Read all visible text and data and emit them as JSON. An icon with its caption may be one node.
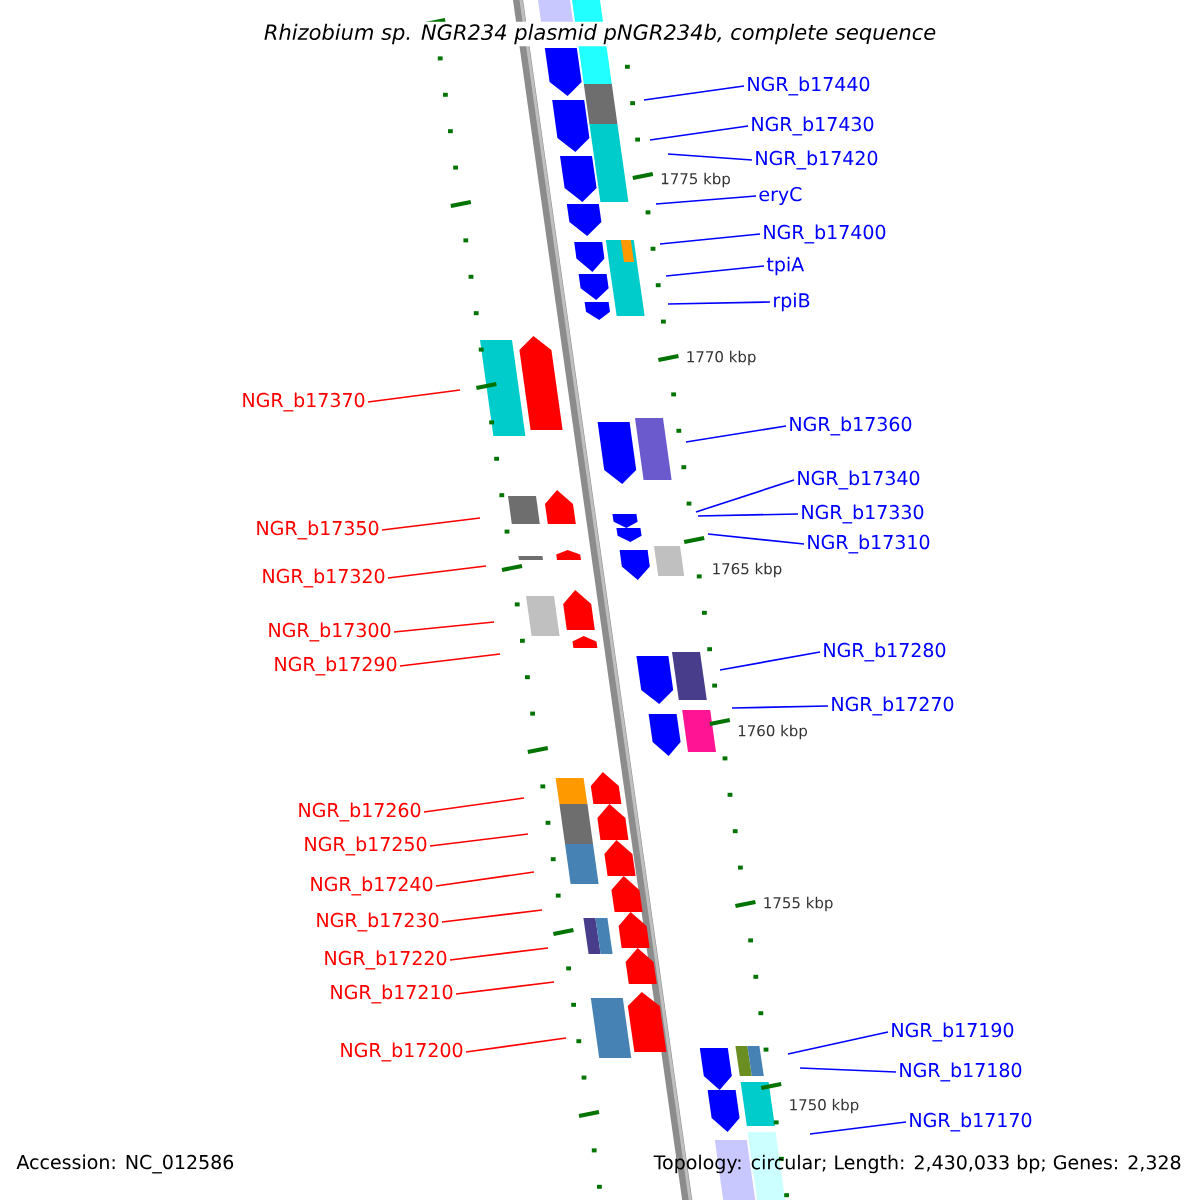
{
  "diagram": {
    "title": "Rhizobium sp. NGR234 plasmid pNGR234b, complete sequence",
    "nodes": [
      {
        "text": [
          "NGR_b17440"
        ]
      },
      {
        "text": [
          "NGR_b17430"
        ]
      },
      {
        "text": [
          "NGR_b17420"
        ]
      },
      {
        "text": [
          "eryC"
        ]
      },
      {
        "text": [
          "NGR_b17400"
        ]
      },
      {
        "text": [
          "tpiA"
        ]
      },
      {
        "text": [
          "rpiB"
        ]
      },
      {
        "text": [
          "NGR_b17370"
        ]
      },
      {
        "text": [
          "NGR_b17360"
        ]
      },
      {
        "text": [
          "NGR_b17340"
        ]
      },
      {
        "text": [
          "NGR_b17330"
        ]
      },
      {
        "text": [
          "NGR_b17350"
        ]
      },
      {
        "text": [
          "NGR_b17310"
        ]
      },
      {
        "text": [
          "NGR_b17320"
        ]
      },
      {
        "text": [
          "NGR_b17300"
        ]
      },
      {
        "text": [
          "NGR_b17280"
        ]
      },
      {
        "text": [
          "NGR_b17290"
        ]
      },
      {
        "text": [
          "NGR_b17270"
        ]
      },
      {
        "text": [
          "NGR_b17260"
        ]
      },
      {
        "text": [
          "NGR_b17250"
        ]
      },
      {
        "text": [
          "NGR_b17240"
        ]
      },
      {
        "text": [
          "NGR_b17230"
        ]
      },
      {
        "text": [
          "NGR_b17220"
        ]
      },
      {
        "text": [
          "NGR_b17210"
        ]
      },
      {
        "text": [
          "NGR_b17190"
        ]
      },
      {
        "text": [
          "NGR_b17200"
        ]
      },
      {
        "text": [
          "NGR_b17180"
        ]
      },
      {
        "text": [
          "NGR_b17170"
        ]
      }
    ],
    "edges": [
      {
        "from": 0,
        "to": null,
        "arrow": "none"
      },
      {
        "from": 1,
        "to": null,
        "arrow": "none"
      },
      {
        "from": 2,
        "to": null,
        "arrow": "none"
      },
      {
        "from": 3,
        "to": null,
        "arrow": "none"
      },
      {
        "from": 4,
        "to": null,
        "arrow": "none"
      },
      {
        "from": 5,
        "to": null,
        "arrow": "none"
      },
      {
        "from": 6,
        "to": null,
        "arrow": "none"
      },
      {
        "from": 7,
        "to": null,
        "arrow": "none",
        "color": "#ff0000"
      },
      {
        "from": 8,
        "to": null,
        "arrow": "none"
      },
      {
        "from": 9,
        "to": null,
        "arrow": "none"
      },
      {
        "from": 10,
        "to": null,
        "arrow": "none"
      },
      {
        "from": 11,
        "to": null,
        "arrow": "none",
        "color": "#ff0000"
      },
      {
        "from": 12,
        "to": null,
        "arrow": "none"
      },
      {
        "from": 13,
        "to": null,
        "arrow": "none",
        "color": "#ff0000"
      },
      {
        "from": 14,
        "to": null,
        "arrow": "none",
        "color": "#ff0000"
      },
      {
        "from": 15,
        "to": null,
        "arrow": "none"
      },
      {
        "from": 16,
        "to": null,
        "arrow": "none",
        "color": "#ff0000"
      },
      {
        "from": 17,
        "to": null,
        "arrow": "none"
      },
      {
        "from": 18,
        "to": null,
        "arrow": "none",
        "color": "#ff0000"
      },
      {
        "from": 19,
        "to": null,
        "arrow": "none",
        "color": "#ff0000"
      },
      {
        "from": 20,
        "to": null,
        "arrow": "none",
        "color": "#ff0000"
      },
      {
        "from": 21,
        "to": null,
        "arrow": "none",
        "color": "#ff0000"
      },
      {
        "from": 22,
        "to": null,
        "arrow": "none",
        "color": "#ff0000"
      },
      {
        "from": 23,
        "to": null,
        "arrow": "none",
        "color": "#ff0000"
      },
      {
        "from": 24,
        "to": null,
        "arrow": "none"
      },
      {
        "from": 25,
        "to": null,
        "arrow": "none",
        "color": "#ff0000"
      },
      {
        "from": 26,
        "to": null,
        "arrow": "none"
      },
      {
        "from": 27,
        "to": null,
        "arrow": "none"
      }
    ],
    "labels": [
      "1775 kbp",
      "1770 kbp",
      "1765 kbp",
      "1760 kbp",
      "1755 kbp",
      "1750 kbp",
      "Accession: NC_012586",
      "Topology: circular; Length: 2,430,033 bp; Genes: 2,328"
    ]
  }
}
